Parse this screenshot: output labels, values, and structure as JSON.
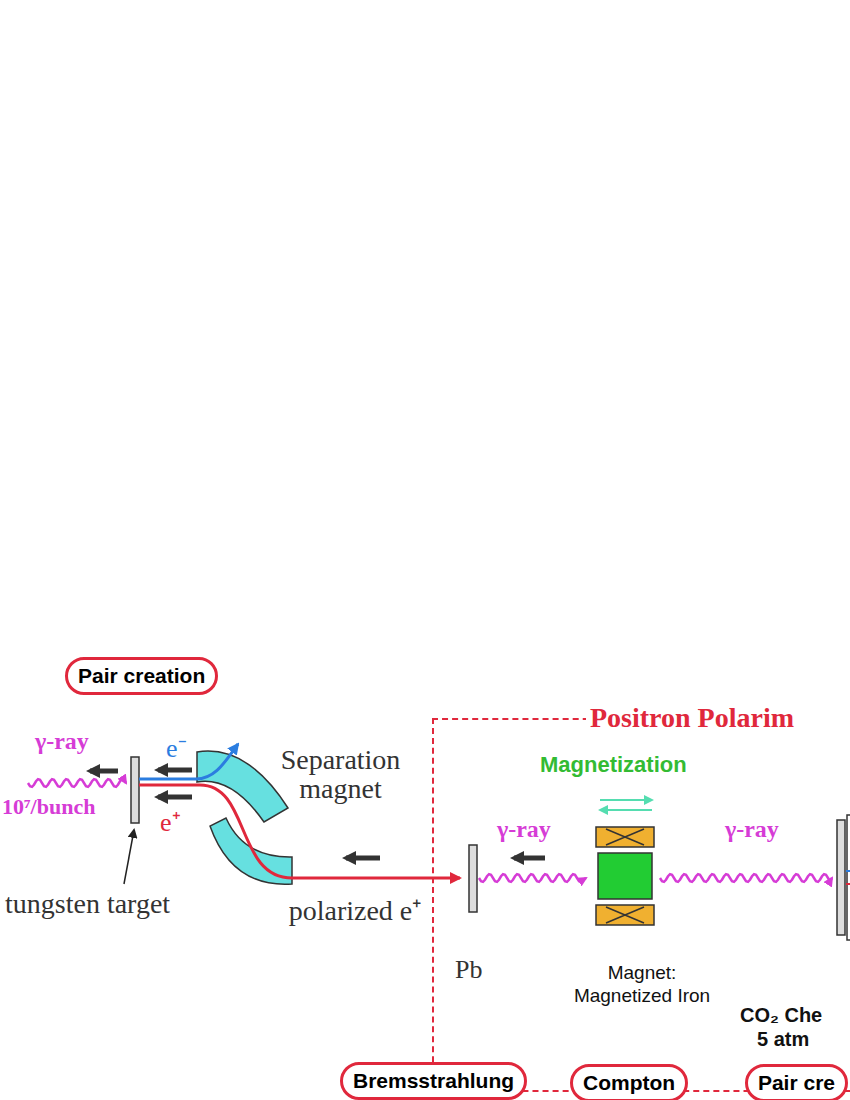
{
  "diagram": {
    "nodes": [
      {
        "text": [
          "Pair creation"
        ]
      },
      {
        "text": [
          "Positron Polarim"
        ]
      },
      {
        "text": [
          "Bremsstrahlung"
        ]
      },
      {
        "text": [
          "Compton"
        ],
        "in": 1
      },
      {
        "text": [
          "Pair cre"
        ],
        "in": 1
      }
    ],
    "labels": [
      "γ-ray",
      "10⁷/bunch",
      "e⁻",
      "e⁺",
      "Separation magnet",
      "tungsten target",
      "polarized e⁺",
      "Magnetization",
      "γ-ray",
      "γ-ray",
      "Pb",
      "Magnet: Magnetized Iron",
      "CO₂ Che",
      "5 atm"
    ]
  }
}
